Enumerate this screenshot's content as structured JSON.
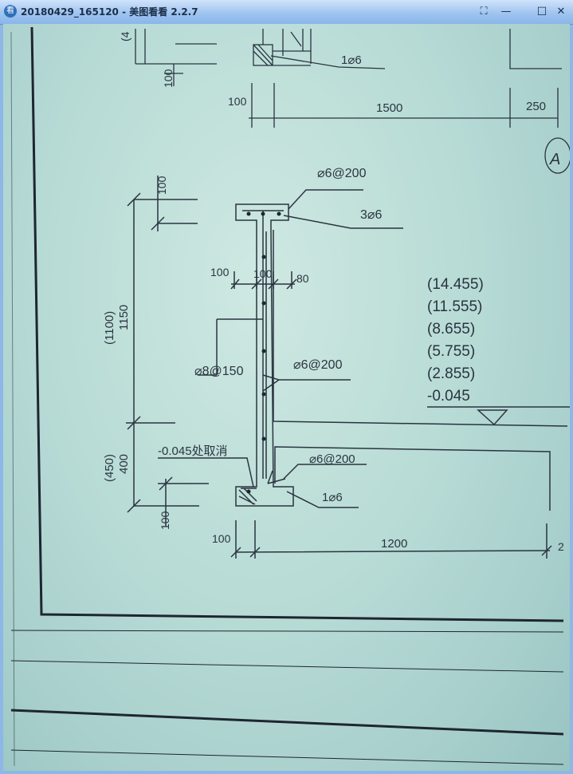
{
  "window": {
    "title": "20180429_165120 - 美图看看 2.2.7",
    "app_icon_glyph": "看",
    "controls": {
      "fit": "⛶",
      "minimize": "—",
      "maximize": "☐",
      "close": "✕"
    }
  },
  "drawing": {
    "top_labels": {
      "rebar_top": "1⌀6",
      "dim_100_top": "100",
      "dim_100_bottom": "100",
      "dim_1500": "1500",
      "dim_250": "250",
      "partial_left": "(4",
      "partial_right": "A"
    },
    "cap_labels": {
      "stirrup": "⌀6@200",
      "bars": "3⌀6"
    },
    "section_dims": {
      "d100a": "100",
      "d100b": "100",
      "d80": "80",
      "top100": "100",
      "h1100": "(1100)",
      "h1150": "1150",
      "h450": "(450)",
      "h400": "400",
      "bottom100": "100"
    },
    "wall_labels": {
      "vertical": "⌀8@150",
      "horizontal": "⌀6@200",
      "base_note": "-0.045处取消",
      "base_stirrup": "⌀6@200",
      "base_bar": "1⌀6"
    },
    "elevations": [
      "(14.455)",
      "(11.555)",
      "(8.655)",
      "(5.755)",
      "(2.855)",
      "-0.045"
    ],
    "bottom_dims": {
      "d100": "100",
      "d1200": "1200",
      "partial": "2"
    }
  }
}
